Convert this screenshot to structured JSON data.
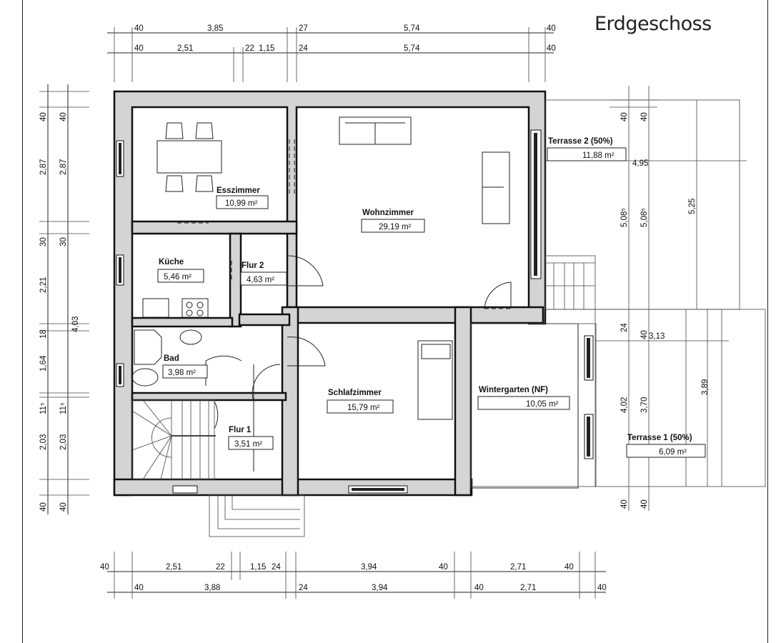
{
  "title": "Erdgeschoss",
  "rooms": [
    {
      "name": "Esszimmer",
      "area": "10,99 m²"
    },
    {
      "name": "Wohnzimmer",
      "area": "29,19 m²"
    },
    {
      "name": "Küche",
      "area": "5,46 m²"
    },
    {
      "name": "Flur 2",
      "area": "4,63 m²"
    },
    {
      "name": "Bad",
      "area": "3,98 m²"
    },
    {
      "name": "Flur 1",
      "area": "3,51 m²"
    },
    {
      "name": "Schlafzimmer",
      "area": "15,79 m²"
    },
    {
      "name": "Wintergarten (NF)",
      "area": "10,05 m²"
    },
    {
      "name": "Terrasse 2 (50%)",
      "area": "11,88 m²"
    },
    {
      "name": "Terrasse 1 (50%)",
      "area": "6,09 m²"
    }
  ],
  "dimensions": {
    "top_row1": [
      "40",
      "3,85",
      "27",
      "5,74",
      "40"
    ],
    "top_row2": [
      "40",
      "2,51",
      "22",
      "1,15",
      "24",
      "5,74",
      "40"
    ],
    "left_outer": [
      "40",
      "2,87",
      "30",
      "2,21",
      "18",
      "1,64",
      "11⁵",
      "2,03",
      "40"
    ],
    "left_inner": [
      "40",
      "2,87",
      "30",
      "4,03",
      "11⁵",
      "2,03",
      "40"
    ],
    "right_upper": [
      "40",
      "40",
      "5,08⁵",
      "5,08⁵",
      "5,25",
      "4,95"
    ],
    "right_lower": [
      "24",
      "40",
      "3,13",
      "4,02",
      "3,70",
      "3,89",
      "40",
      "40"
    ],
    "bottom_row1": [
      "40",
      "2,51",
      "22",
      "1,15",
      "24",
      "3,94",
      "40",
      "2,71",
      "40"
    ],
    "bottom_row2": [
      "40",
      "3,88",
      "24",
      "3,94",
      "40",
      "2,71",
      "40"
    ]
  }
}
